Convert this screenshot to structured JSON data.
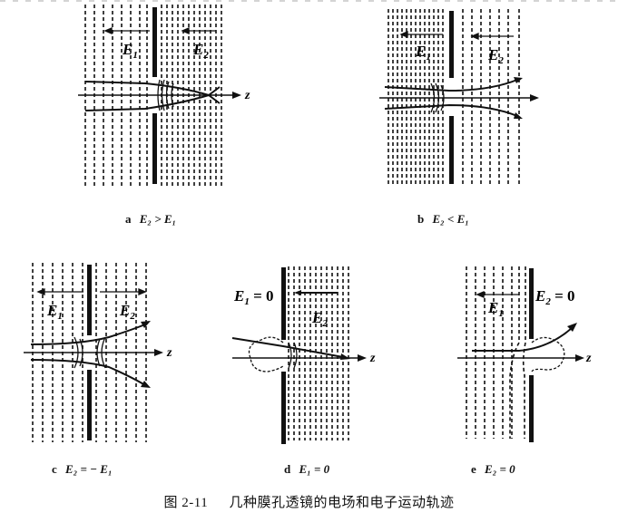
{
  "figure": {
    "number": "图 2-11",
    "title": "几种膜孔透镜的电场和电子运动轨迹"
  },
  "axis_label": "z",
  "panels": [
    {
      "id": "a",
      "letter": "a",
      "condition": "E₂ > E₁",
      "field_left": "E₁",
      "field_right": "E₂",
      "left_density": "sparse",
      "right_density": "dense",
      "trajectory": "converging (focus after aperture)"
    },
    {
      "id": "b",
      "letter": "b",
      "condition": "E₂ < E₁",
      "field_left": "E₁",
      "field_right": "E₂",
      "left_density": "dense",
      "right_density": "sparse",
      "trajectory": "diverging"
    },
    {
      "id": "c",
      "letter": "c",
      "condition": "E₂ = − E₁",
      "field_left": "E₁",
      "field_right": "E₂",
      "left_density": "medium",
      "right_density": "medium",
      "trajectory": "diverging"
    },
    {
      "id": "d",
      "letter": "d",
      "condition": "E₁ = 0",
      "field_left": "E₁ = 0",
      "field_right": "E₂",
      "left_density": "none",
      "right_density": "dense",
      "trajectory": "converging"
    },
    {
      "id": "e",
      "letter": "e",
      "condition": "E₂ = 0",
      "field_left": "E₁",
      "field_right": "E₂ = 0",
      "left_density": "sparse",
      "right_density": "none",
      "trajectory": "diverging"
    }
  ]
}
